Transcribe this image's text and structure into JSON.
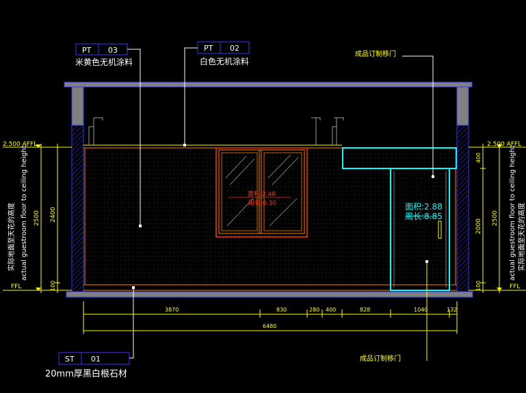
{
  "tags": {
    "pt03": {
      "code": "PT",
      "num": "03",
      "label": "米黄色无机涂料"
    },
    "pt02": {
      "code": "PT",
      "num": "02",
      "label": "白色无机涂料"
    },
    "st01": {
      "code": "ST",
      "num": "01",
      "label": "20mm厚黑白根石材"
    }
  },
  "notes": {
    "door_top": "成品订制移门",
    "door_bottom": "成品订制移门",
    "side_label_cn": "实际地面至天花的高度",
    "side_label_en": "actual guestroom floor to ceiling height"
  },
  "levels": {
    "left_top": "2.500 AFFL",
    "right_top": "2.500 AFFL",
    "left_ffl": "FFL",
    "right_ffl": "FFL"
  },
  "window": {
    "area": "面积:2.48",
    "perimeter": "周长:6.30"
  },
  "door": {
    "area": "面积:2.88",
    "perimeter": "周长:8.85"
  },
  "dims": {
    "bottom_segments": [
      "3870",
      "830",
      "280",
      "400",
      "828",
      "1040",
      "132"
    ],
    "bottom_total": "6480",
    "left_outer": "2500",
    "left_inner": "2400",
    "left_small": "100",
    "right_top": "400",
    "right_mid": "2000",
    "right_outer": "2500",
    "right_small": "100"
  },
  "colors": {
    "wall_grey": "#808080",
    "blue_line": "#3333ff",
    "yellow": "#ffff00",
    "orange": "#ff7f00",
    "cyan": "#00ffff",
    "red": "#ff3300",
    "white": "#ffffff"
  }
}
